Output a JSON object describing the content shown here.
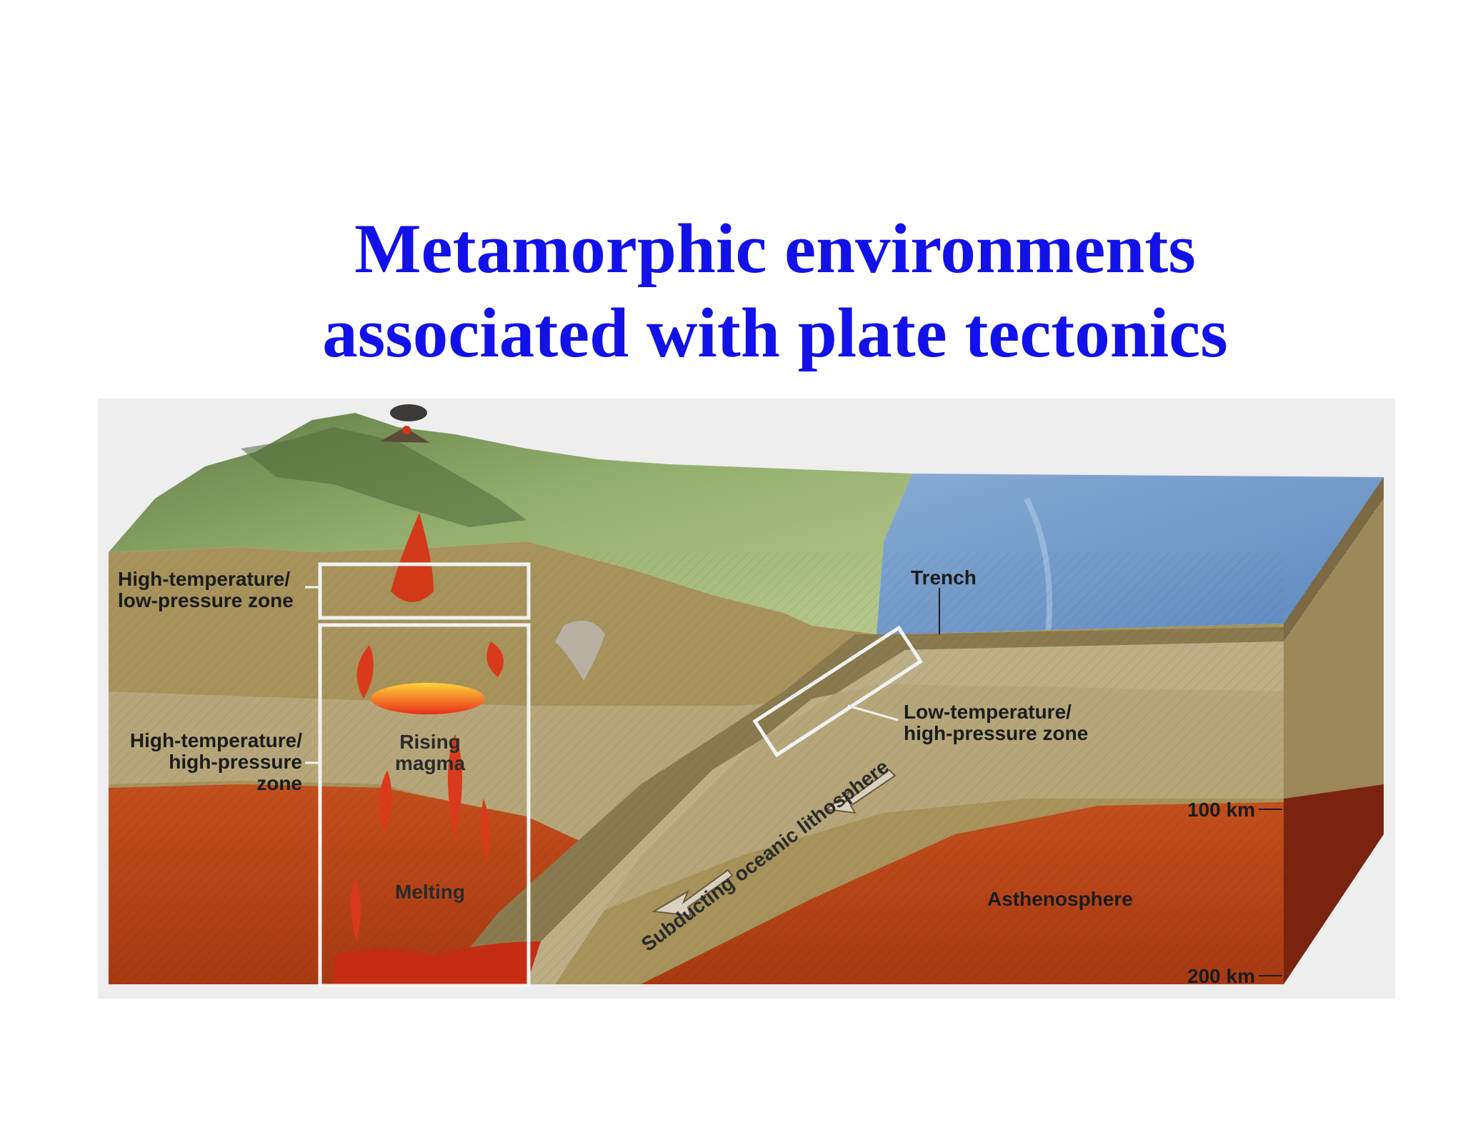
{
  "title": {
    "line1": "Metamorphic environments",
    "line2": "associated with plate tectonics"
  },
  "diagram": {
    "labels": {
      "ht_lp": [
        "High-temperature/",
        "low-pressure zone"
      ],
      "ht_hp": [
        "High-temperature/",
        "high-pressure",
        "zone"
      ],
      "trench": "Trench",
      "lt_hp": [
        "Low-temperature/",
        "high-pressure zone"
      ],
      "rising_magma": [
        "Rising",
        "magma"
      ],
      "melting": "Melting",
      "subducting": "Subducting oceanic lithosphere",
      "asthenosphere": "Asthenosphere",
      "depth_100": "100 km",
      "depth_200": "200 km"
    },
    "colors": {
      "title": "#1212e8",
      "land": "#8ea86a",
      "ocean": "#6b93c4",
      "crust": "#a8935c",
      "asthenosphere": "#b8461a",
      "side_dark": "#7a2410",
      "box": "#f2f2f2"
    }
  }
}
